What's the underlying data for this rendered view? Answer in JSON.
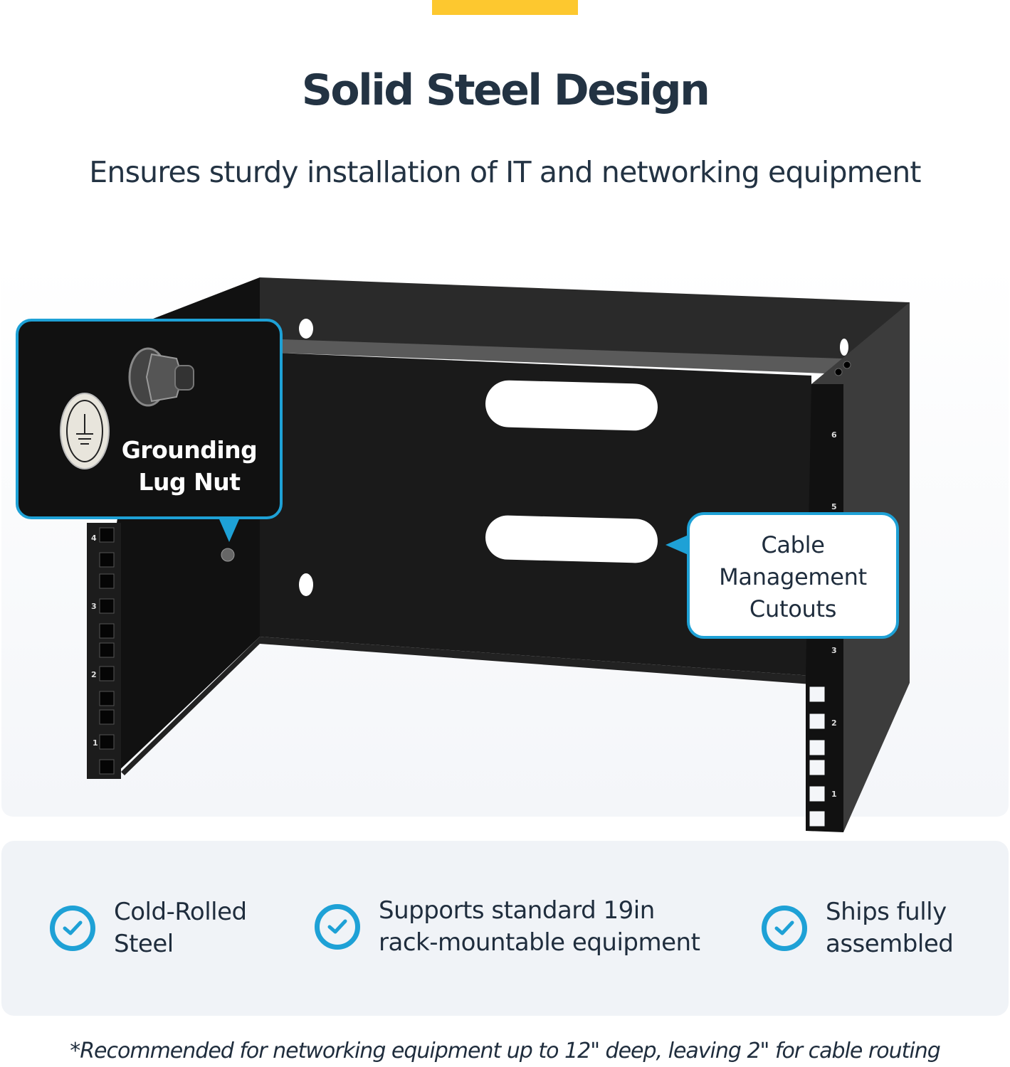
{
  "header": {
    "accent_color": "#fdc82f",
    "title": "Solid Steel Design",
    "subtitle": "Ensures sturdy installation of IT and networking equipment"
  },
  "product_image": {
    "description": "Black steel wall-mount rack bracket with rack unit markings",
    "left_rail_units": [
      "4",
      "3",
      "2",
      "1"
    ],
    "right_rail_units": [
      "6",
      "5",
      "3",
      "2",
      "1"
    ],
    "callouts": [
      {
        "id": "grounding",
        "line1": "Grounding",
        "line2": "Lug Nut",
        "icon": "ground-symbol-icon"
      },
      {
        "id": "cable",
        "line1": "Cable",
        "line2": "Management",
        "line3": "Cutouts"
      }
    ]
  },
  "features": [
    {
      "line1": "Cold-Rolled",
      "line2": "Steel",
      "icon": "check-circle-icon"
    },
    {
      "line1": "Supports standard 19in",
      "line2": "rack-mountable equipment",
      "icon": "check-circle-icon"
    },
    {
      "line1": "Ships fully",
      "line2": "assembled",
      "icon": "check-circle-icon"
    }
  ],
  "footnote": "*Recommended for networking equipment up to 12\" deep, leaving 2\" for cable routing",
  "colors": {
    "accent_blue": "#1ea1d6",
    "text_dark": "#233343",
    "panel_bg": "#f0f3f7"
  }
}
